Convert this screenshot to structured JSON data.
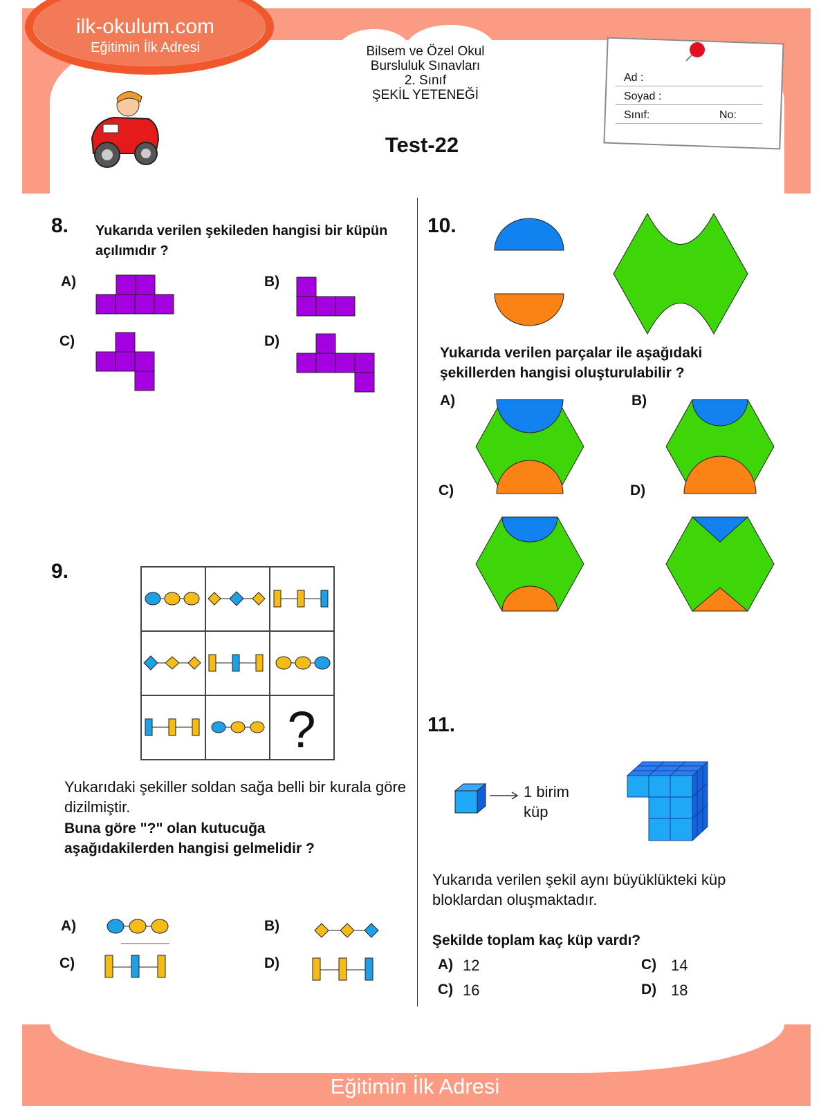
{
  "header": {
    "logo_title": "ilk-okulum.com",
    "logo_subtitle": "Eğitimin İlk Adresi",
    "cloud_lines": [
      "Bilsem ve Özel Okul",
      "Bursluluk Sınavları",
      "2. Sınıf",
      "ŞEKİL YETENEĞİ"
    ],
    "test_title": "Test-22",
    "note_fields": {
      "ad": "Ad :",
      "soyad": "Soyad :",
      "sinif": "Sınıf:",
      "no": "No:"
    }
  },
  "q8": {
    "number": "8.",
    "text": "Yukarıda verilen şekileden hangisi bir küpün açılımıdır ?",
    "options": [
      "A)",
      "B)",
      "C)",
      "D)"
    ],
    "color": "#a400e0"
  },
  "q9": {
    "number": "9.",
    "grid_mark": "?",
    "text1": "Yukarıdaki şekiller soldan sağa belli bir kurala göre dizilmiştir.",
    "text2": "Buna göre \"?\" olan kutucuğa aşağıdakilerden hangisi gelmelidir ?",
    "options": [
      "A)",
      "B)",
      "C)",
      "D)"
    ],
    "colors": {
      "blue": "#1ea0e6",
      "yellow": "#f5bc18"
    }
  },
  "q10": {
    "number": "10.",
    "text": "Yukarıda verilen parçalar ile aşağıdaki şekillerden hangisi oluşturulabilir ?",
    "options": [
      "A)",
      "B)",
      "C)",
      "D)"
    ],
    "colors": {
      "green": "#3ed608",
      "blue": "#1282f0",
      "orange": "#fb8214"
    }
  },
  "q11": {
    "number": "11.",
    "unit_label": "1 birim küp",
    "text1": "Yukarıda verilen şekil aynı büyüklükteki küp bloklardan oluşmaktadır.",
    "question": "Şekilde toplam kaç küp vardı?",
    "options": [
      {
        "letter": "A)",
        "value": "12"
      },
      {
        "letter": "C)",
        "value": "14"
      },
      {
        "letter": "C)",
        "value": "16"
      },
      {
        "letter": "D)",
        "value": "18"
      }
    ]
  },
  "footer": {
    "title": "ilk-okulum.com",
    "subtitle": "Eğitimin İlk Adresi"
  }
}
